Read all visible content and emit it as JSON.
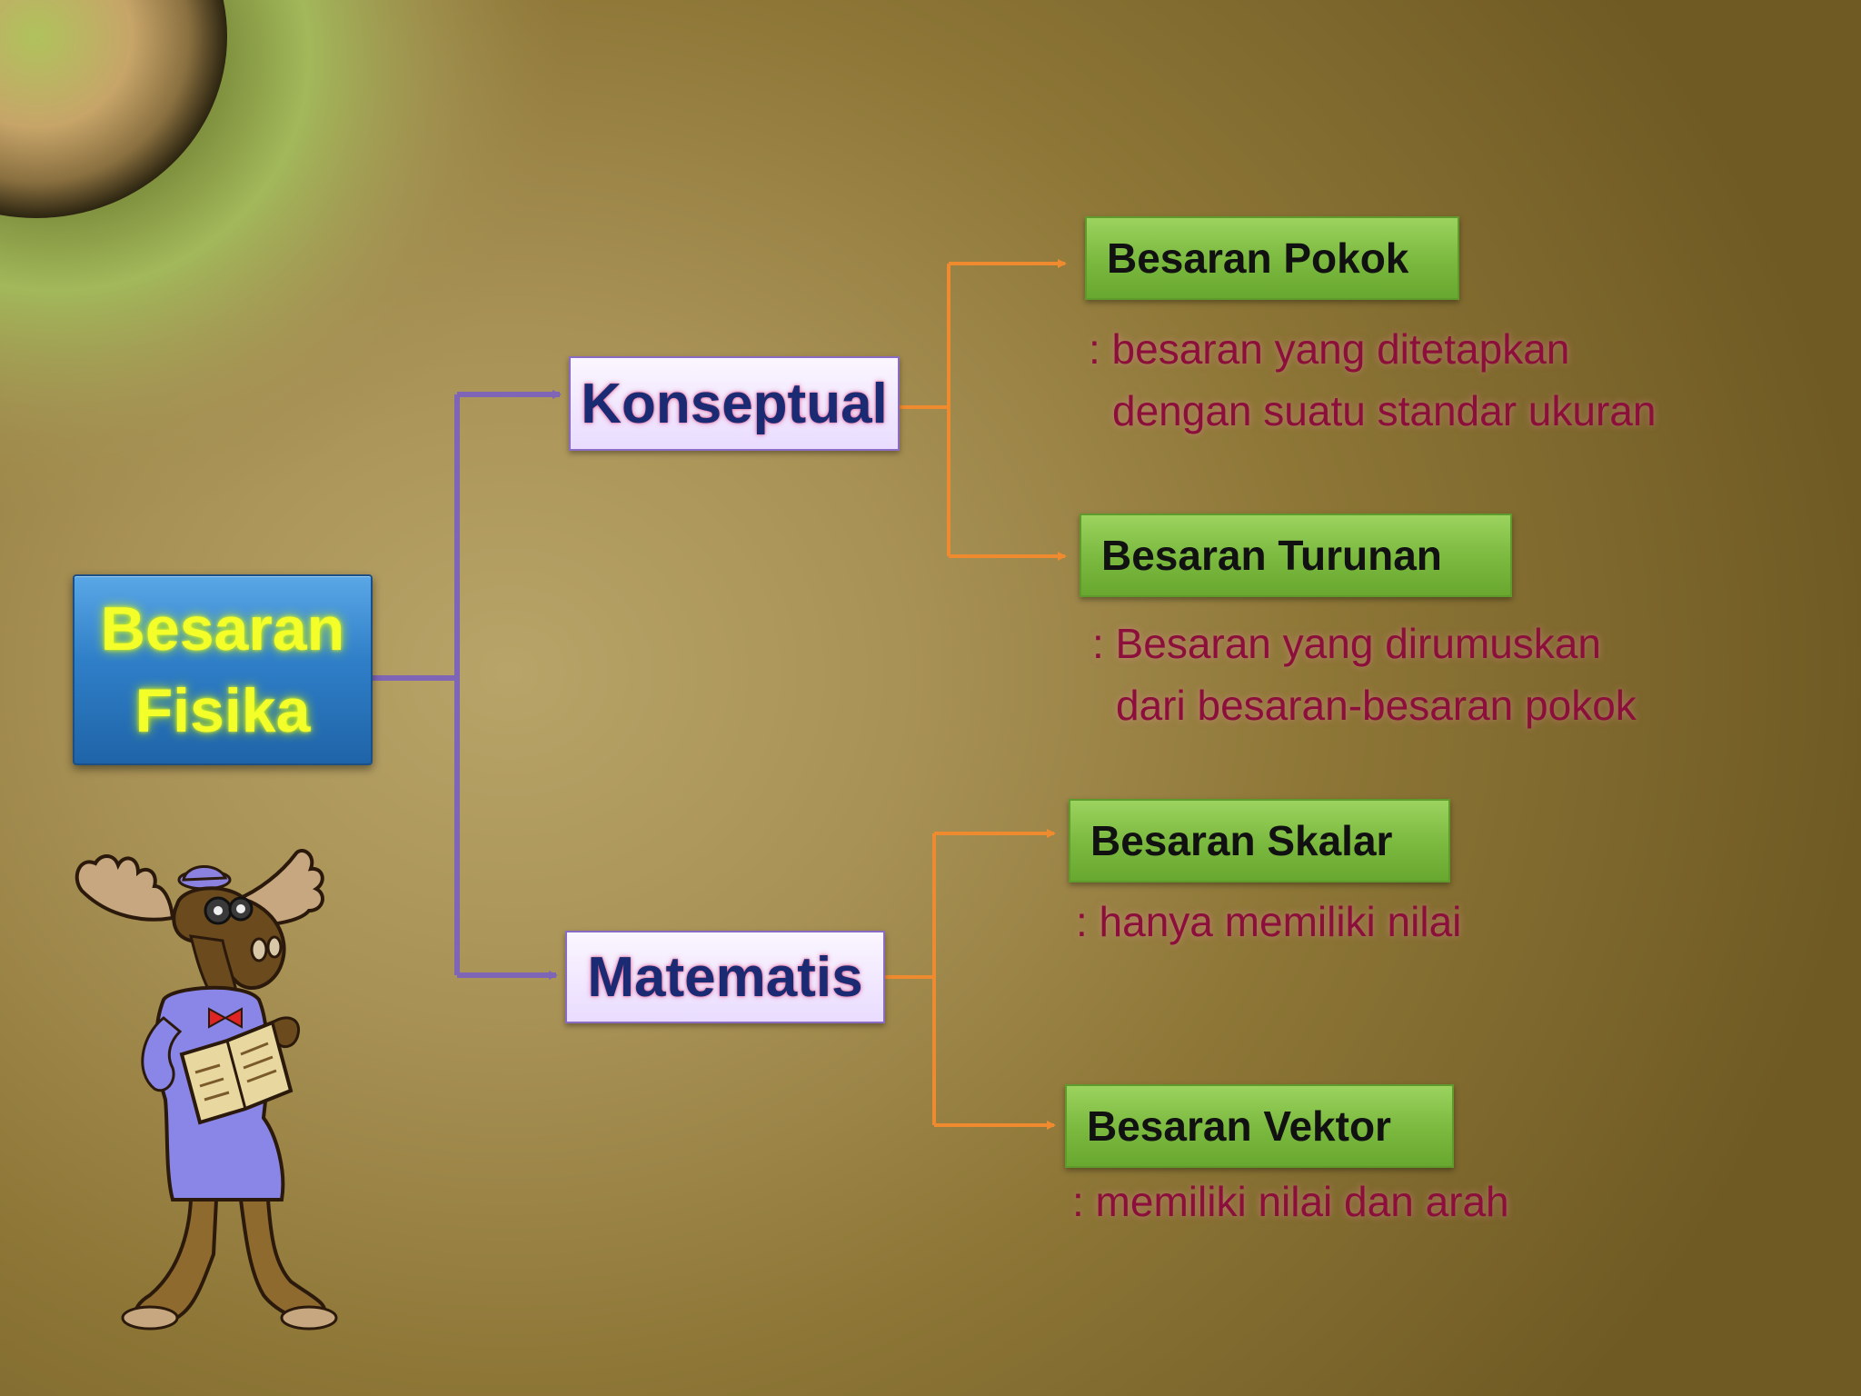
{
  "root": {
    "line1": "Besaran",
    "line2": "Fisika"
  },
  "branches": [
    {
      "label": "Konseptual",
      "children": [
        {
          "title": "Besaran Pokok",
          "desc_line1": ": besaran yang ditetapkan",
          "desc_line2": "dengan suatu standar ukuran"
        },
        {
          "title": "Besaran Turunan",
          "desc_line1": ": Besaran yang dirumuskan",
          "desc_line2": "dari besaran-besaran pokok"
        }
      ]
    },
    {
      "label": "Matematis",
      "children": [
        {
          "title": "Besaran Skalar",
          "desc_line1": ": hanya memiliki nilai"
        },
        {
          "title": "Besaran Vektor",
          "desc_line1": ": memiliki nilai dan arah"
        }
      ]
    }
  ],
  "colors": {
    "root_connector": "#7e65b5",
    "leaf_connector": "#f08a2e"
  },
  "illustration": {
    "icon": "moose-scientist-reading-icon"
  }
}
